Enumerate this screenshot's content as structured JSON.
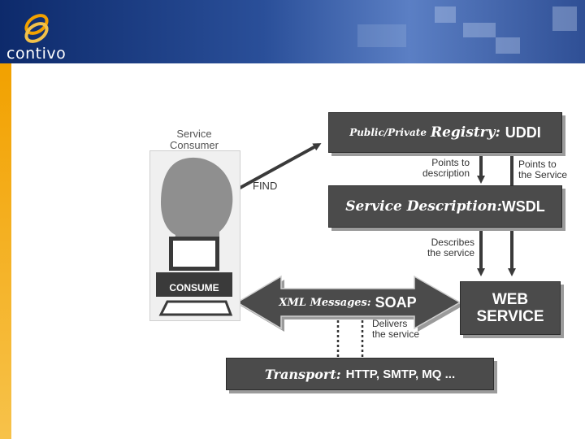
{
  "header": {
    "logo_text": "contivo",
    "brand_color": "#1a3a7e",
    "accent_color": "#f2a100"
  },
  "consumer": {
    "title_line1": "Service",
    "title_line2": "Consumer",
    "consume_label": "CONSUME"
  },
  "registry": {
    "prefix": "Public/Private",
    "name": "Registry:",
    "tech": "UDDI"
  },
  "description": {
    "name": "Service Description:",
    "tech": "WSDL"
  },
  "messages": {
    "name": "XML Messages:",
    "tech": "SOAP"
  },
  "web_service": {
    "line1": "WEB",
    "line2": "SERVICE"
  },
  "transport": {
    "name": "Transport:",
    "tech": "HTTP, SMTP, MQ ..."
  },
  "labels": {
    "find": "FIND",
    "points_desc_1": "Points to",
    "points_desc_2": "description",
    "points_service_1": "Points to",
    "points_service_2": "the Service",
    "describes_1": "Describes",
    "describes_2": "the service",
    "delivers_1": "Delivers",
    "delivers_2": "the service"
  }
}
